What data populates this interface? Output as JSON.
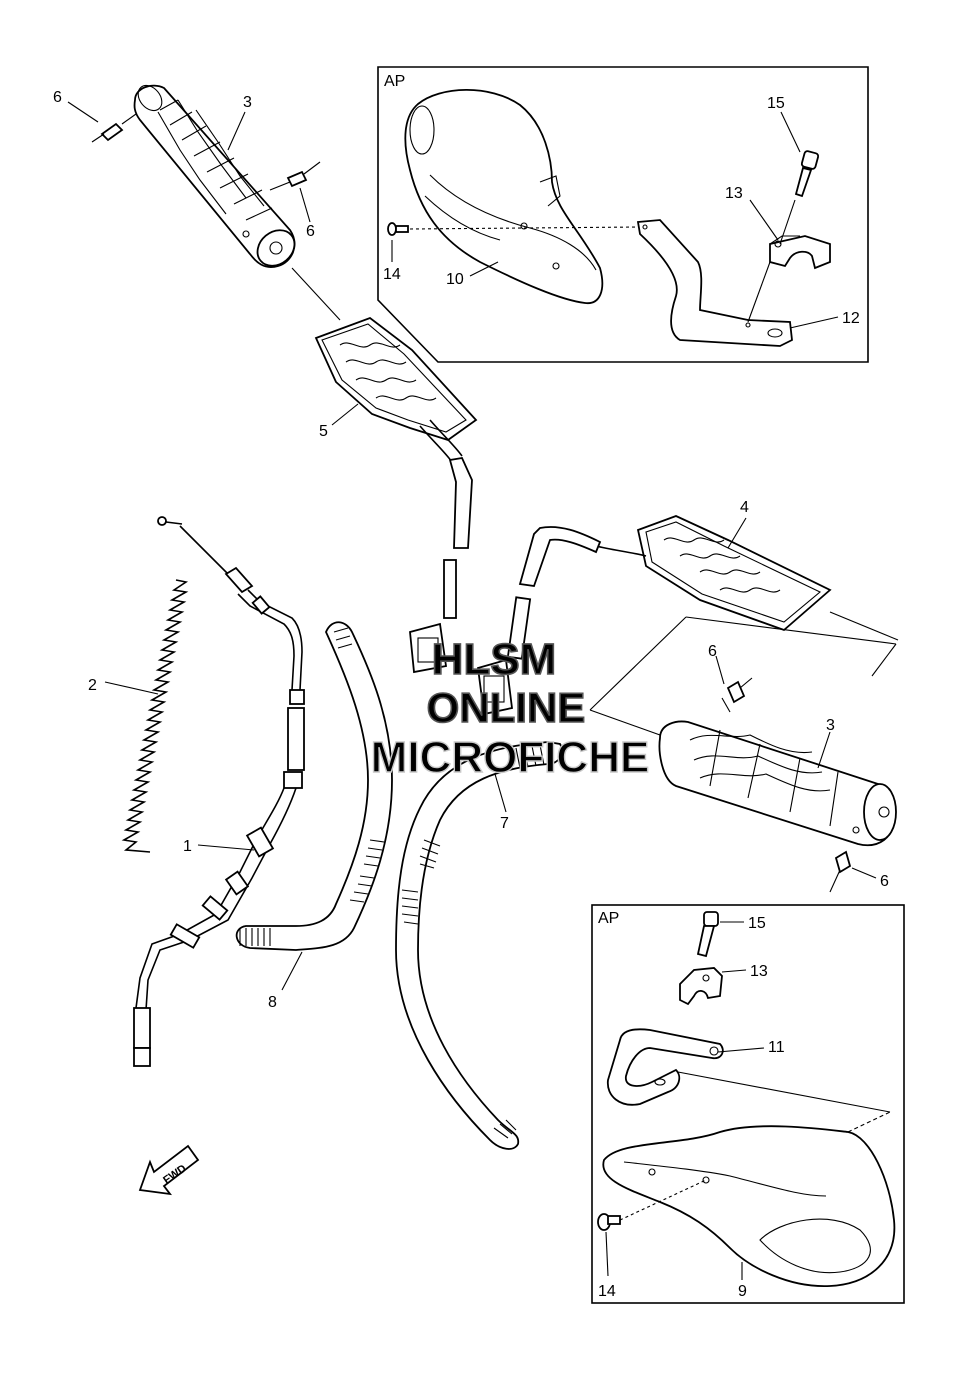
{
  "inset_top": {
    "label": "AP",
    "callouts": [
      "15",
      "13",
      "10",
      "14",
      "12"
    ]
  },
  "inset_bottom": {
    "label": "AP",
    "callouts": [
      "15",
      "13",
      "11",
      "14",
      "9"
    ]
  },
  "callouts": {
    "c6a": "6",
    "c3a": "3",
    "c6b": "6",
    "c5": "5",
    "c4": "4",
    "c6c": "6",
    "c3b": "3",
    "c6d": "6",
    "c2": "2",
    "c1": "1",
    "c7": "7",
    "c8": "8"
  },
  "fwd_label": "FWD",
  "watermark": {
    "line1": "HLSM",
    "line2": "ONLINE",
    "line3": "MICROFICHE"
  }
}
